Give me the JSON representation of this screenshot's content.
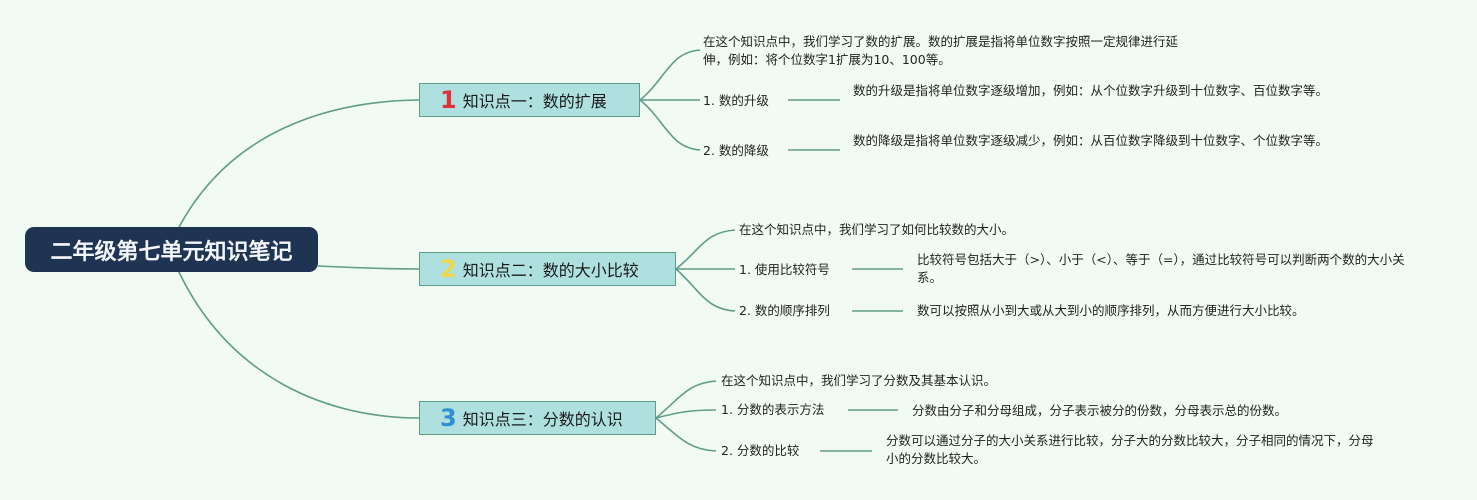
{
  "root": {
    "title": "二年级第七单元知识笔记"
  },
  "topics": [
    {
      "number": "1",
      "number_color": "#e0303b",
      "label": "知识点一：数的扩展",
      "intro": "在这个知识点中，我们学习了数的扩展。数的扩展是指将单位数字按照一定规律进行延伸，例如：将个位数字1扩展为10、100等。",
      "subs": [
        {
          "label": "1. 数的升级",
          "desc": "数的升级是指将单位数字逐级增加，例如：从个位数字升级到十位数字、百位数字等。"
        },
        {
          "label": "2. 数的降级",
          "desc": "数的降级是指将单位数字逐级减少，例如：从百位数字降级到十位数字、个位数字等。"
        }
      ]
    },
    {
      "number": "2",
      "number_color": "#f2d64a",
      "label": "知识点二：数的大小比较",
      "intro": "在这个知识点中，我们学习了如何比较数的大小。",
      "subs": [
        {
          "label": "1. 使用比较符号",
          "desc": "比较符号包括大于（>）、小于（<）、等于（=），通过比较符号可以判断两个数的大小关系。"
        },
        {
          "label": "2. 数的顺序排列",
          "desc": "数可以按照从小到大或从大到小的顺序排列，从而方便进行大小比较。"
        }
      ]
    },
    {
      "number": "3",
      "number_color": "#2e8fd6",
      "label": "知识点三：分数的认识",
      "intro": "在这个知识点中，我们学习了分数及其基本认识。",
      "subs": [
        {
          "label": "1. 分数的表示方法",
          "desc": "分数由分子和分母组成，分子表示被分的份数，分母表示总的份数。"
        },
        {
          "label": "2. 分数的比较",
          "desc": "分数可以通过分子的大小关系进行比较，分子大的分数比较大，分子相同的情况下，分母小的分数比较大。"
        }
      ]
    }
  ]
}
